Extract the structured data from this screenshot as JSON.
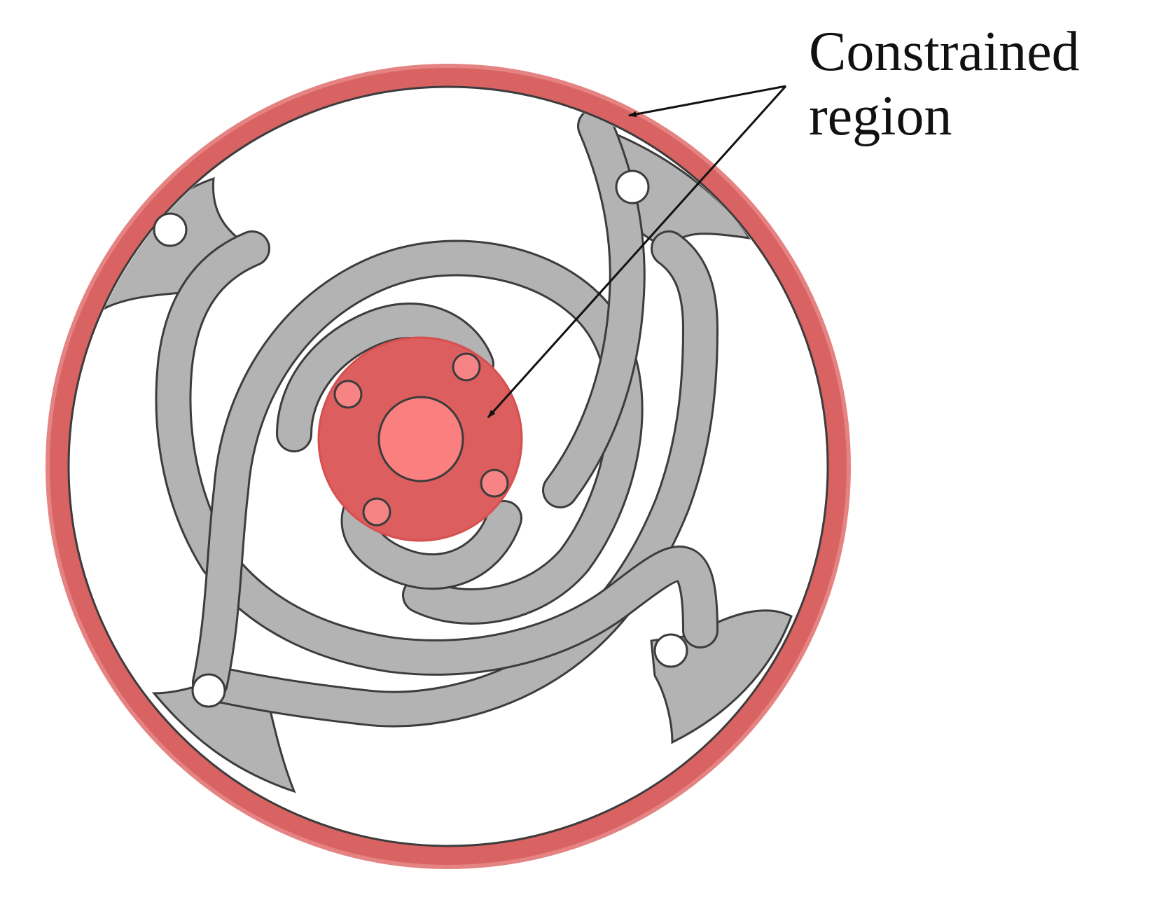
{
  "annotation": {
    "line1": "Constrained",
    "line2": "region"
  },
  "colors": {
    "constrained_fill": "#d96262",
    "constrained_edge": "#e58383",
    "hub_fill": "#dc5e5e",
    "hub_center_fill": "#fa8080",
    "hub_bolt_fill": "#f78484",
    "flexure_fill": "#b3b3b3",
    "outline": "#3c3c3c",
    "background": "#ffffff"
  },
  "components": {
    "outer_ring": "constrained",
    "central_hub": "constrained",
    "hub_bolt_holes": 4,
    "mounting_holes": 4,
    "spiral_arms": 4
  }
}
